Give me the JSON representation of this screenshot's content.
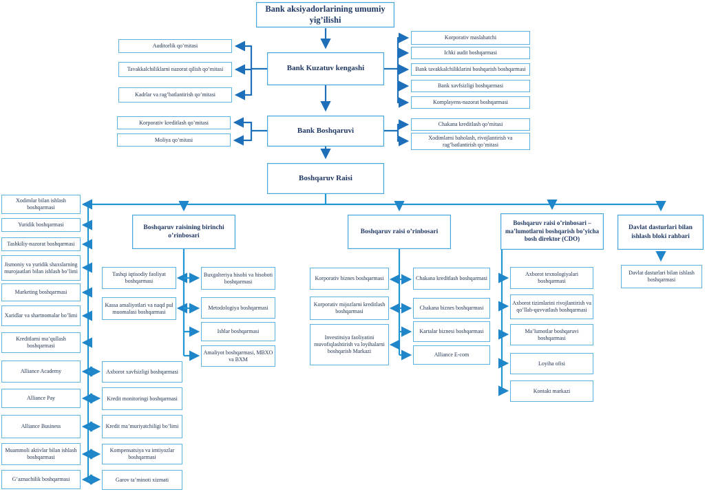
{
  "colors": {
    "box_border_main": "#45a5da",
    "box_border_sub": "#5ab1e0",
    "arrow_dark": "#1c6fb8",
    "arrow_light": "#2196d4",
    "heading_text": "#1f3864",
    "body_text": "#1c2f4e"
  },
  "nodes": {
    "shareholders": {
      "label": "Bank aksiyadorlarining umumiy yig’ilishi"
    },
    "supervisory": {
      "label": "Bank Kuzatuv kengashi"
    },
    "board": {
      "label": "Bank Boshqaruvi"
    },
    "chairman": {
      "label": "Boshqaruv Raisi"
    },
    "audit_committee": {
      "label": "Auditorlik qo’mitasi"
    },
    "risk_committee": {
      "label": "Tavakkalchiliklarni nazorat qilish qo’mitasi"
    },
    "hr_committee": {
      "label": "Kadrlar va rag’batlantirish qo’mitasi"
    },
    "corp_advisor": {
      "label": "Korporativ maslahatchi"
    },
    "internal_audit": {
      "label": "Ichki audit boshqarmasi"
    },
    "risk_mgmt": {
      "label": "Bank tavakkalchiliklarini boshqarish boshqarmasi"
    },
    "bank_security": {
      "label": "Bank xavfsizligi boshqarmasi"
    },
    "compliance": {
      "label": "Komplayens-nazorat boshqarmasi"
    },
    "corp_credit_committee": {
      "label": "Korporativ kreditlash qo’mitasi"
    },
    "finance_committee": {
      "label": "Moliya qo’mitasi"
    },
    "retail_credit_committee": {
      "label": "Chakana kreditlash qo’mitasi"
    },
    "staff_eval_committee": {
      "label": "Xodimlarni baholash, rivojlantirish va rag’batlantirish qo’mitasi"
    },
    "first_deputy": {
      "label": "Boshqaruv raisining birinchi o’rinbosari"
    },
    "deputy": {
      "label": "Boshqaruv raisi o’rinbosari"
    },
    "cdo": {
      "label": "Boshqaruv raisi o’rinbosari – ma’lumotlarni boshqarish bo’yicha bosh direktor  (CDO)"
    },
    "gov_head": {
      "label": "Davlat dasturlari bilan ishlash bloki rahbari"
    },
    "staff_dept": {
      "label": "Xodimlar bilan ishlash boshqarmasi"
    },
    "legal": {
      "label": "Yuridik boshqarmasi"
    },
    "org_control": {
      "label": "Tashkiliy-nazorat boshqarmasi"
    },
    "appeals": {
      "label": "Jismoniy va yuridik shaxslarning murojaatlari bilan ishlash bo’limi"
    },
    "marketing": {
      "label": "Marketing boshqarmasi"
    },
    "procurement": {
      "label": "Xaridlar va shartnomalar bo’limi"
    },
    "credit_approval": {
      "label": "Kreditlarni ma’qullash boshqarmasi"
    },
    "alliance_academy": {
      "label": "Alliance Academy"
    },
    "alliance_pay": {
      "label": "Alliance Pay"
    },
    "alliance_business": {
      "label": "Alliance Business"
    },
    "distressed_assets": {
      "label": "Muammoli aktivlar bilan ishlash boshqarmasi"
    },
    "treasury": {
      "label": "G’aznachilik boshqarmasi"
    },
    "foreign_econ": {
      "label": "Tashqi iqtisodiy faoliyat boshqarmasi"
    },
    "cash_ops": {
      "label": "Kassa amaliyotlari va naqd pul muomalasi boshqarmasi"
    },
    "info_security": {
      "label": "Axborot xavfsizligi boshqarmasi"
    },
    "credit_monitoring": {
      "label": "Kredit monitoringi boshqarmasi"
    },
    "credit_admin": {
      "label": "Kredit ma’muriyatchiligi bo’limi"
    },
    "compensation": {
      "label": "Kompensatsiya va imtiyozlar boshqarmasi"
    },
    "collateral": {
      "label": "Garov ta’minoti xizmati"
    },
    "accounting": {
      "label": "Buxgalteriya hisobi va hisoboti boshqarmasi"
    },
    "methodology": {
      "label": "Metodologiya boshqarmasi"
    },
    "works_dept": {
      "label": "Ishlar boshqarmasi"
    },
    "operations": {
      "label": "Amaliyot boshqarmasi, MBXO va BXM"
    },
    "corp_business": {
      "label": "Korporativ biznes boshqarmasi"
    },
    "corp_lending": {
      "label": "Korporativ mijozlarni kreditlash boshqarmasi"
    },
    "investment_center": {
      "label": "Investitsiya faoliyatini muvofiqlashtirish va loyihalarni boshqarish Markazi"
    },
    "retail_credit": {
      "label": "Chakana kreditlash boshqarmasi"
    },
    "retail_business": {
      "label": "Chakana biznes boshqarmasi"
    },
    "cards_business": {
      "label": "Kartalar biznesi boshqarmasi"
    },
    "alliance_ecom": {
      "label": "Alliance E-com"
    },
    "it_dept": {
      "label": "Axborot texnologiyalari boshqarmasi"
    },
    "info_systems": {
      "label": "Axborot tizimlarini rivojlantirish va qo’llab-quvvatlash boshqarmasi"
    },
    "data_mgmt": {
      "label": "Ma’lumotlar boshqaruvi boshqarmasi"
    },
    "project_office": {
      "label": "Loyiha ofisi"
    },
    "contact_center": {
      "label": "Kontakt markazi"
    },
    "gov_programs": {
      "label": "Davlat dasturlari bilan ishlash boshqarmasi"
    }
  }
}
